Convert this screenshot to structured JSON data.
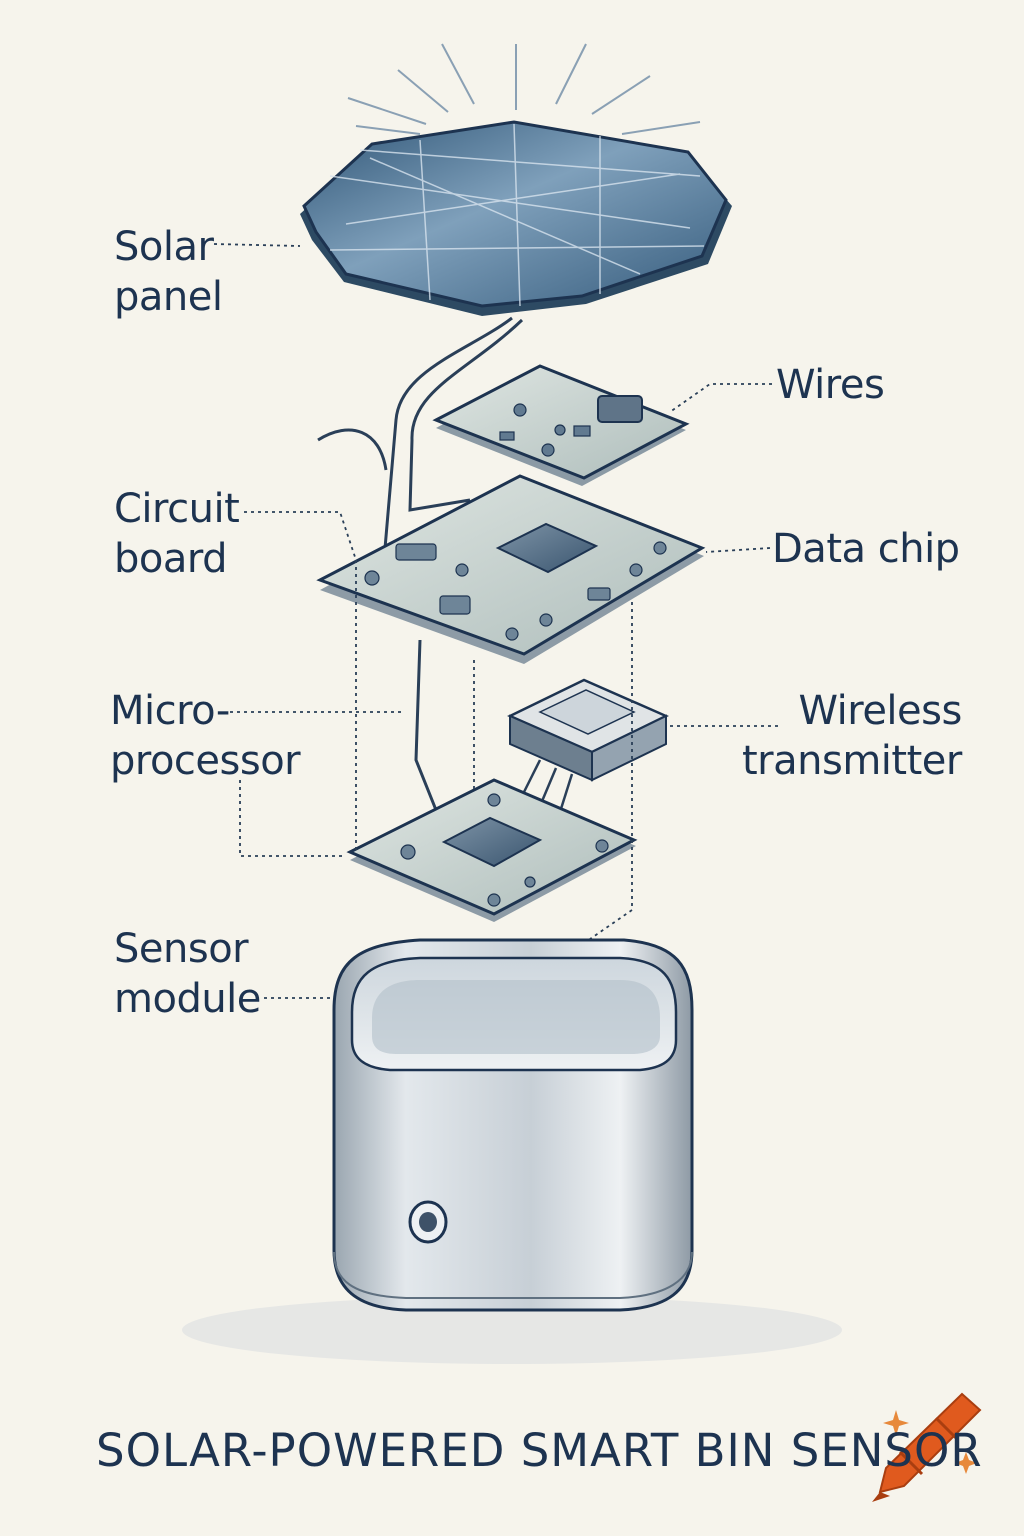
{
  "diagram": {
    "title": "SOLAR-POWERED SMART BIN SENSOR",
    "labels": {
      "solar_panel": [
        "Solar",
        "panel"
      ],
      "wires": [
        "Wires"
      ],
      "circuit_board": [
        "Circuit",
        "board"
      ],
      "data_chip": [
        "Data chip"
      ],
      "microprocessor": [
        "Micro-",
        "processor"
      ],
      "wireless_transmitter": [
        "Wireless",
        "transmitter"
      ],
      "sensor_module": [
        "Sensor",
        "module"
      ]
    }
  },
  "colors": {
    "background": "#f6f4ec",
    "ink": "#1d3350",
    "panel_blue": "#3f6587",
    "board_green": "#b8c7c4",
    "metal": "#b9c3cb",
    "watermark_orange": "#e05a1e"
  },
  "icons": [
    "sun-rays",
    "crayon-watermark-icon"
  ]
}
